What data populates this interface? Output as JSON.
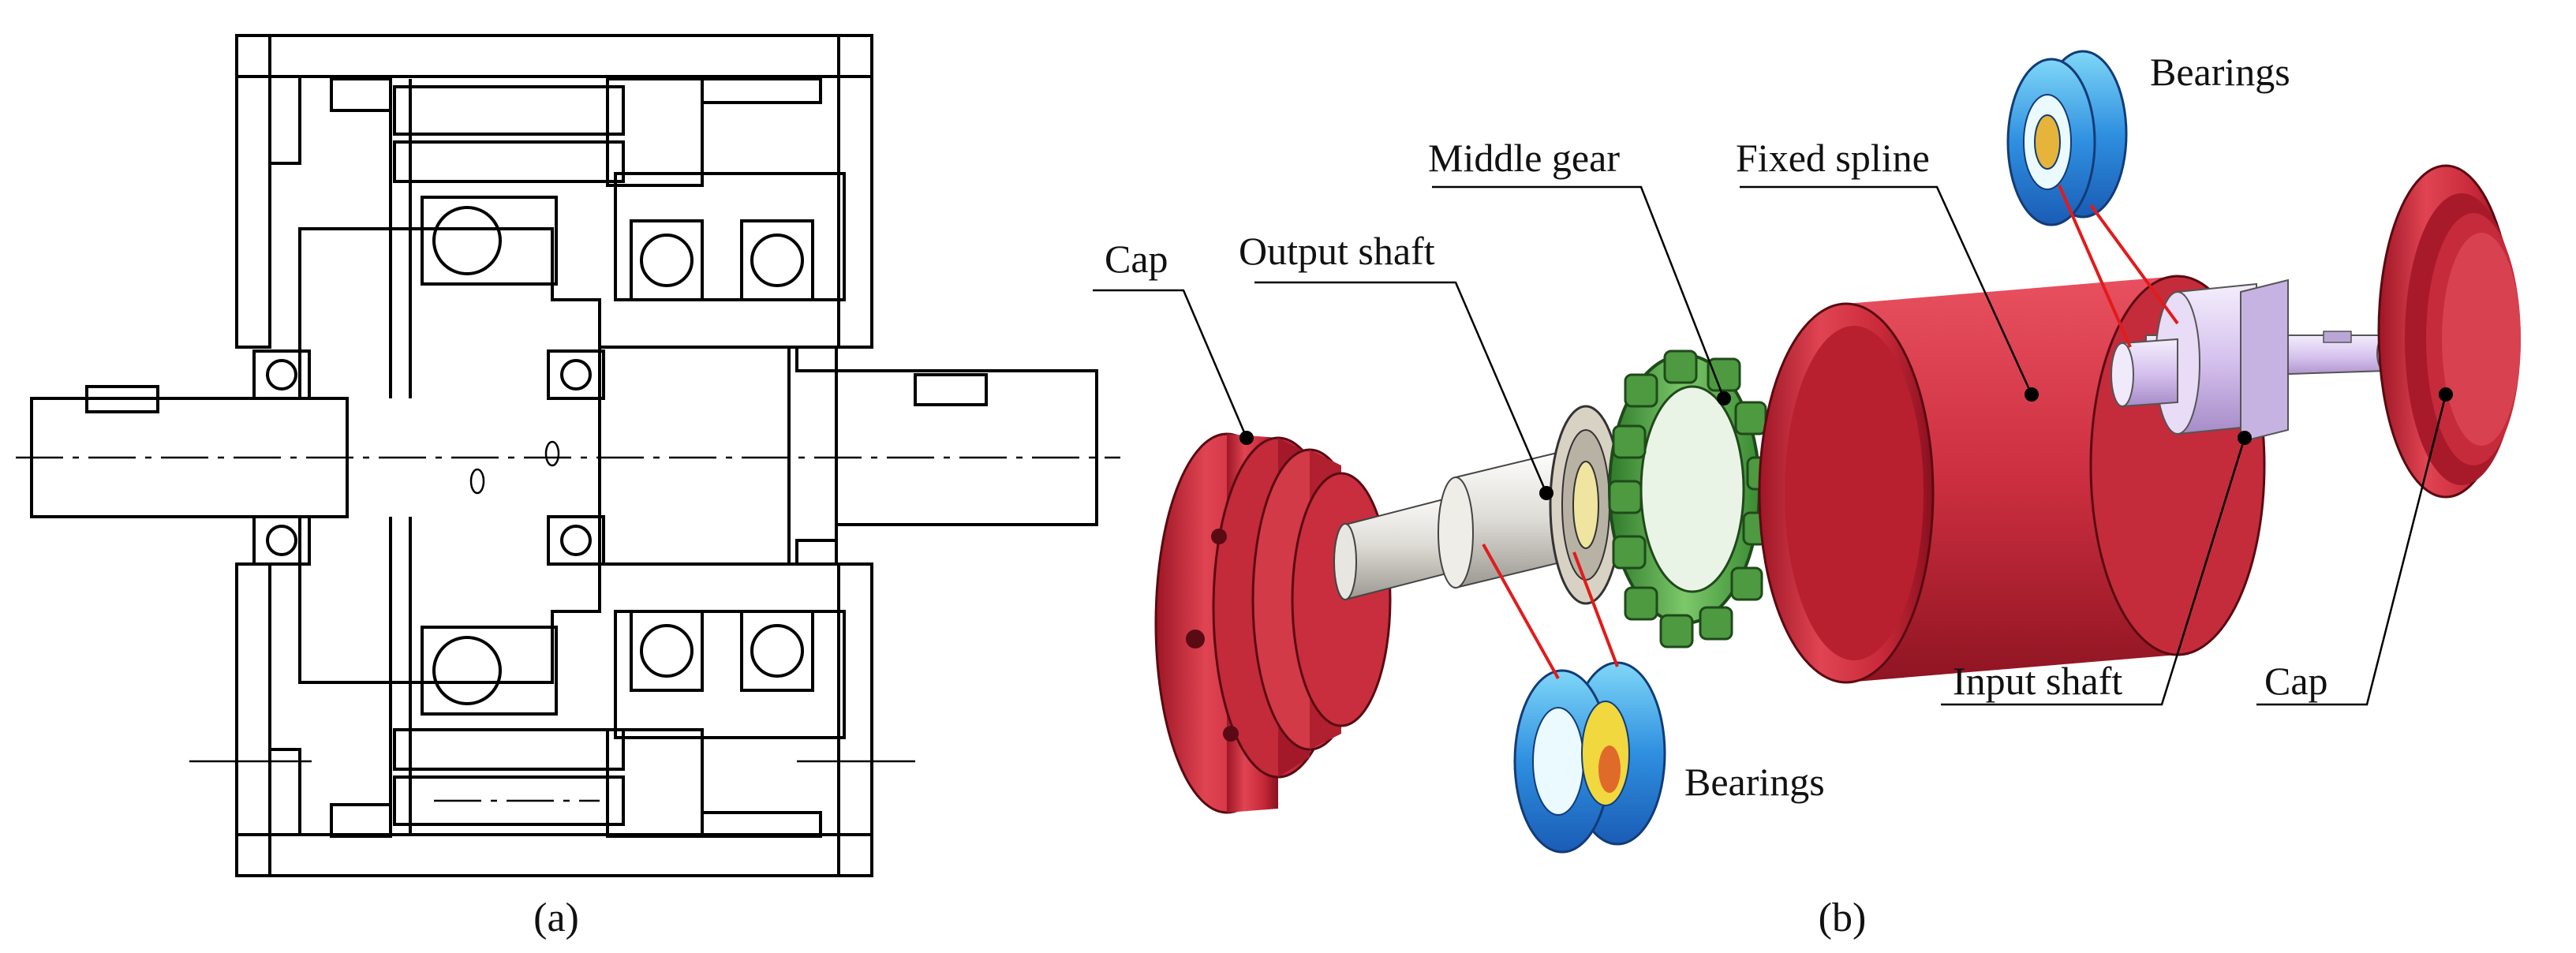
{
  "figure": {
    "panel_a": {
      "caption": "(a)"
    },
    "panel_b": {
      "caption": "(b)",
      "labels": {
        "cap_left": "Cap",
        "output_shaft": "Output shaft",
        "middle_gear": "Middle gear",
        "fixed_spline": "Fixed spline",
        "bearings_top": "Bearings",
        "bearings_bottom": "Bearings",
        "input_shaft": "Input shaft",
        "cap_right": "Cap"
      }
    }
  },
  "colors": {
    "red_part": "#d0303f",
    "green_gear": "#5aa84a",
    "blue_bearing": "#3a9fe0",
    "shaft_grey": "#dcdcd8",
    "shaft_purple": "#d8c8ec",
    "leader_red": "#e21b1b"
  }
}
